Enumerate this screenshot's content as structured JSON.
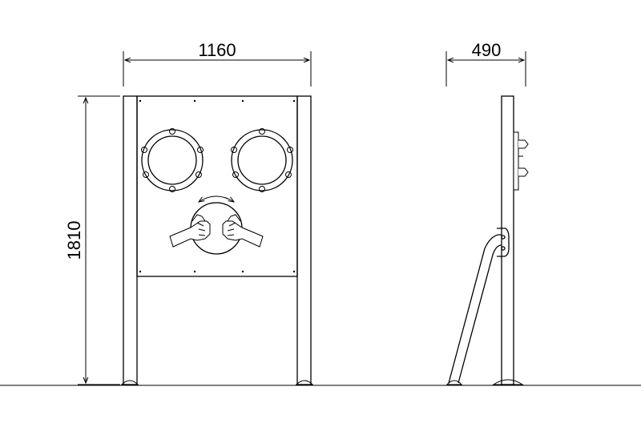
{
  "dimensions": {
    "width_front": "1160",
    "width_side": "490",
    "height": "1810"
  },
  "colors": {
    "line": "#000000",
    "background": "#ffffff"
  }
}
